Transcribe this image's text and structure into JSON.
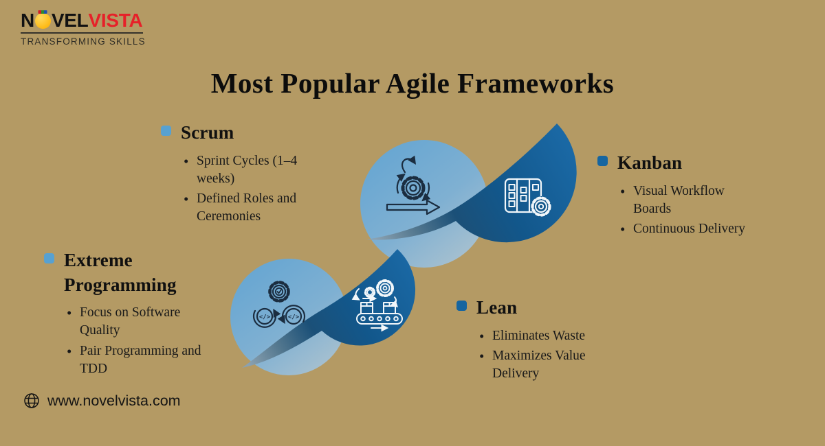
{
  "page": {
    "title": "Most Popular Agile Frameworks",
    "background_color": "#b49a64"
  },
  "logo": {
    "text_black_start": "N",
    "text_black_mid": "VEL",
    "text_red": "VISTA",
    "tagline": "TRANSFORMING SKILLS",
    "accent_red": "#e62129",
    "accent_yellow": "#fdb913"
  },
  "frameworks": {
    "scrum": {
      "name": "Scrum",
      "points": [
        "Sprint Cycles (1–4 weeks)",
        "Defined Roles and Ceremonies"
      ],
      "marker_color": "#57a1d1",
      "icon": "sprint-cycle-icon"
    },
    "kanban": {
      "name": "Kanban",
      "points": [
        "Visual Workflow Boards",
        "Continuous Delivery"
      ],
      "marker_color": "#1565a0",
      "icon": "kanban-board-icon"
    },
    "xp": {
      "name": "Extreme Programming",
      "points": [
        "Focus on Software Quality",
        "Pair Programming and TDD"
      ],
      "marker_color": "#57a1d1",
      "icon": "pair-programming-icon"
    },
    "lean": {
      "name": "Lean",
      "points": [
        "Eliminates Waste",
        "Maximizes Value Delivery"
      ],
      "marker_color": "#1565a0",
      "icon": "lean-conveyor-icon"
    }
  },
  "footer": {
    "website": "www.novelvista.com"
  },
  "colors": {
    "background": "#b49a64",
    "light_blue": "#69a7d2",
    "dark_blue": "#12578b",
    "text": "#141414"
  }
}
